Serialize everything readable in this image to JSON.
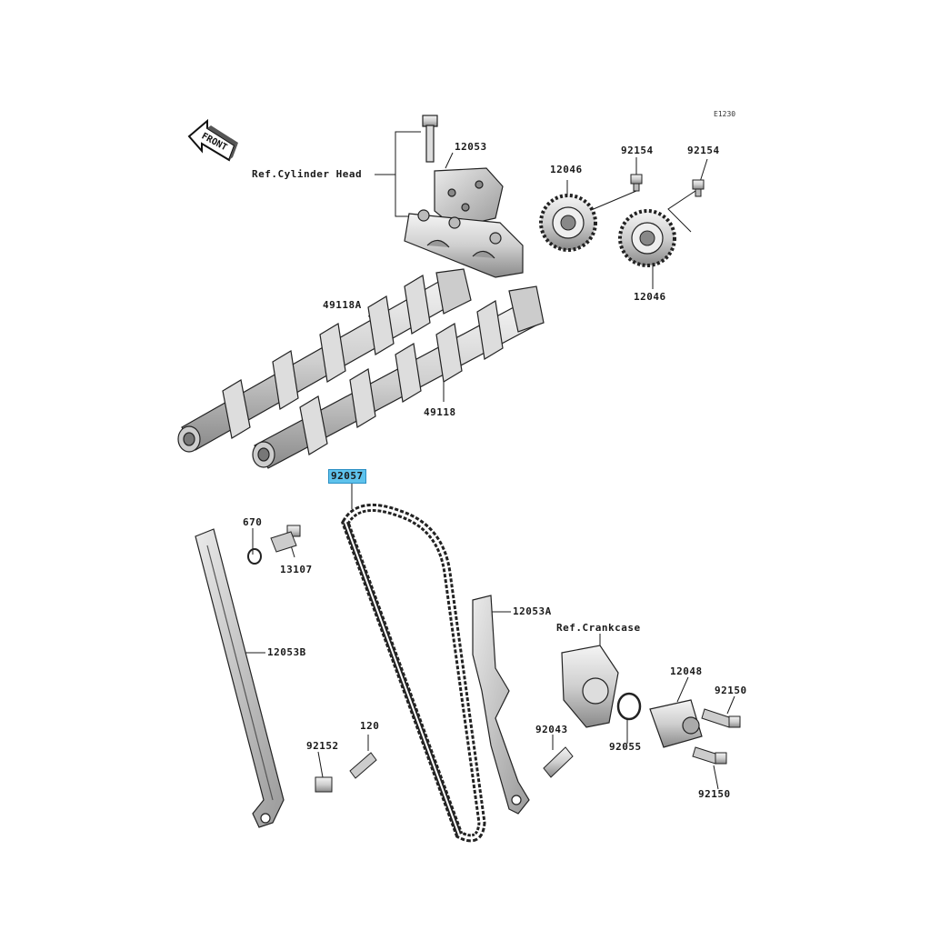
{
  "diagram_code": "E1230",
  "front_label": "FRONT",
  "refs": {
    "cylinder_head": "Ref.Cylinder Head",
    "crankcase": "Ref.Crankcase"
  },
  "parts": {
    "p12053": "12053",
    "p12046_top": "12046",
    "p12046_bottom": "12046",
    "p92154_left": "92154",
    "p92154_right": "92154",
    "p49118A": "49118A",
    "p49118": "49118",
    "p92057": "92057",
    "p670": "670",
    "p13107": "13107",
    "p12053B": "12053B",
    "p12053A": "12053A",
    "p12048": "12048",
    "p92150_top": "92150",
    "p92150_bottom": "92150",
    "p92043": "92043",
    "p92055": "92055",
    "p120": "120",
    "p92152": "92152"
  },
  "highlighted_part": "92057",
  "colors": {
    "highlight": "#5ec2ec",
    "line": "#1a1a1a"
  }
}
